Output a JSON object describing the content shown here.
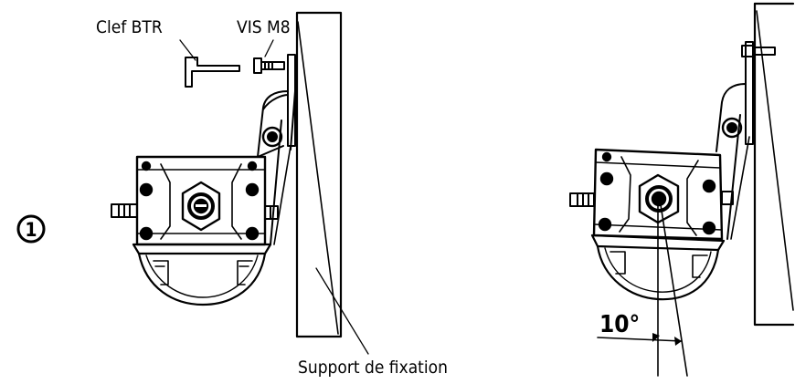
{
  "step": {
    "number": "1"
  },
  "labels": {
    "wrench": "Clef BTR",
    "screw": "VIS M8",
    "support": "Support de fixation",
    "angle": "10°"
  }
}
